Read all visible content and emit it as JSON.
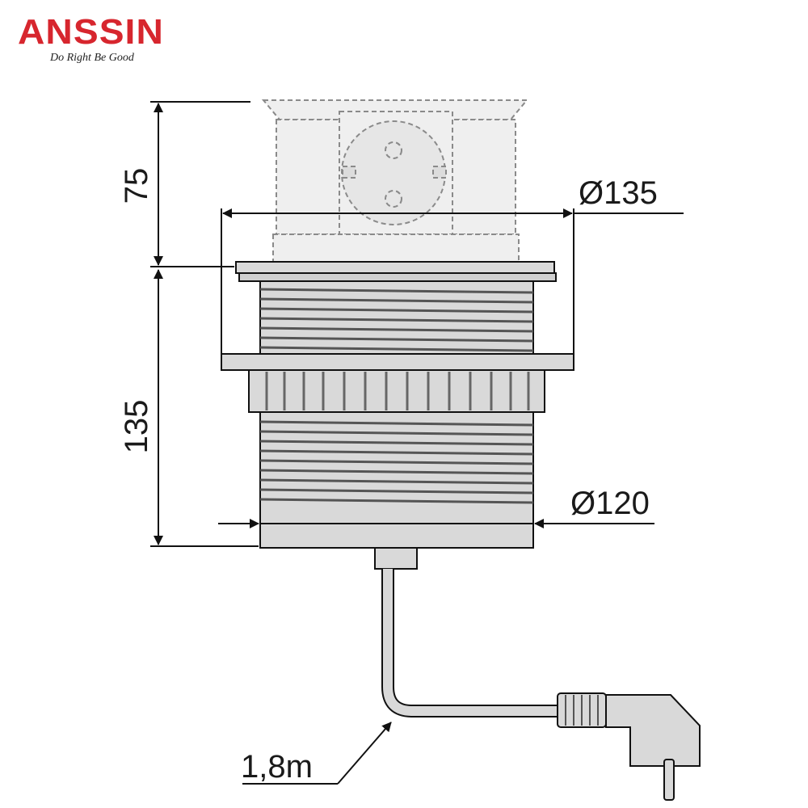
{
  "logo": {
    "brand": "ANSSIN",
    "tagline": "Do Right Be Good",
    "color": "#d7262e"
  },
  "dimensions": {
    "pop_height": "75",
    "body_height": "135",
    "flange_diameter": "Ø135",
    "body_diameter": "Ø120",
    "cable_length": "1,8m"
  },
  "colors": {
    "body_fill": "#d9d9d9",
    "outline": "#111111",
    "ghost": "#8a8a8a"
  }
}
